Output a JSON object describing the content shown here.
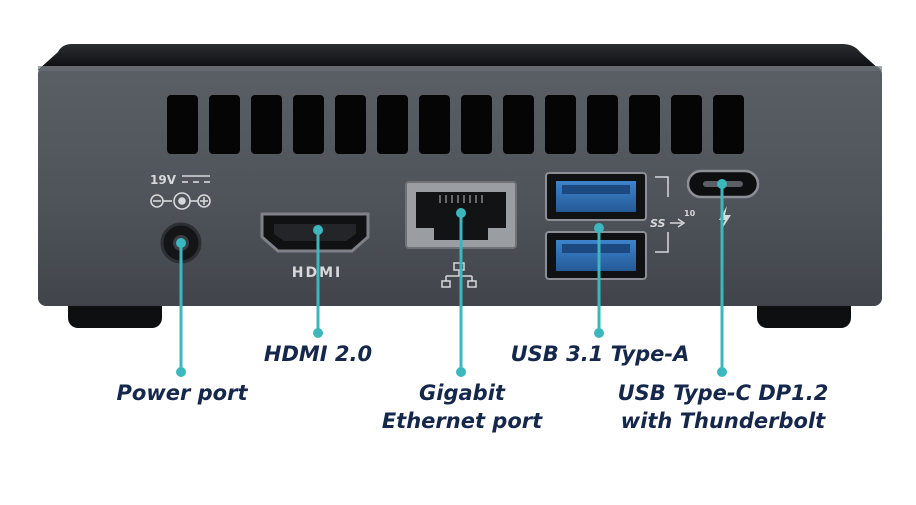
{
  "colors": {
    "background": "#ffffff",
    "chassis": "#4f545b",
    "chassis_edge": "#3b3f45",
    "top_lid": "#111214",
    "vent_slot": "#050506",
    "feet": "#0e0f10",
    "usb_blue": "#2f6fb5",
    "leader_line": "#3cb7be",
    "label_text": "#15274a",
    "port_marking": "#d6d8db"
  },
  "device_markings": {
    "voltage": "19V",
    "hdmi_logo": "HDMI",
    "usb_speed": "10",
    "usb_ss": "SS"
  },
  "callouts": {
    "power": {
      "line1": "Power port"
    },
    "hdmi": {
      "line1": "HDMI 2.0"
    },
    "ethernet": {
      "line1": "Gigabit",
      "line2": "Ethernet port"
    },
    "usb_a": {
      "line1": "USB 3.1 Type-A"
    },
    "usb_c": {
      "line1": "USB Type-C DP1.2",
      "line2": "with Thunderbolt"
    }
  },
  "icons": [
    "dc-polarity-icon",
    "ethernet-network-icon",
    "superspeed-usb-icon",
    "thunderbolt-icon"
  ]
}
